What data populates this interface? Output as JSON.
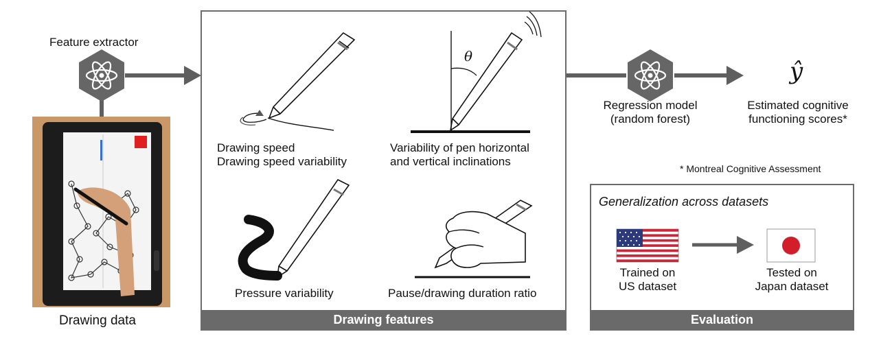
{
  "left": {
    "feature_extractor_label": "Feature extractor",
    "drawing_data_label": "Drawing data"
  },
  "features_panel": {
    "footer": "Drawing features",
    "speed_label": "Drawing speed\nDrawing speed variability",
    "inclination_label": "Variability of pen horizontal\nand vertical inclinations",
    "theta_symbol": "θ",
    "pressure_label": "Pressure variability",
    "pause_label": "Pause/drawing duration ratio"
  },
  "right": {
    "regression_label": "Regression model\n(random forest)",
    "yhat_symbol": "ŷ",
    "estimated_label": "Estimated cognitive\nfunctioning scores*",
    "footnote": "* Montreal Cognitive Assessment"
  },
  "evaluation_panel": {
    "footer": "Evaluation",
    "title": "Generalization across datasets",
    "trained_label": "Trained on\nUS dataset",
    "tested_label": "Tested on\nJapan dataset"
  },
  "colors": {
    "arrow_gray": "#5f5f5f",
    "panel_footer": "#6a6a6a",
    "japan_red": "#d21e2b",
    "us_blue": "#2c3a7a",
    "us_red": "#c8283a"
  },
  "icons": {
    "extractor": "atom-hexagon-icon",
    "regression": "atom-hexagon-icon"
  }
}
